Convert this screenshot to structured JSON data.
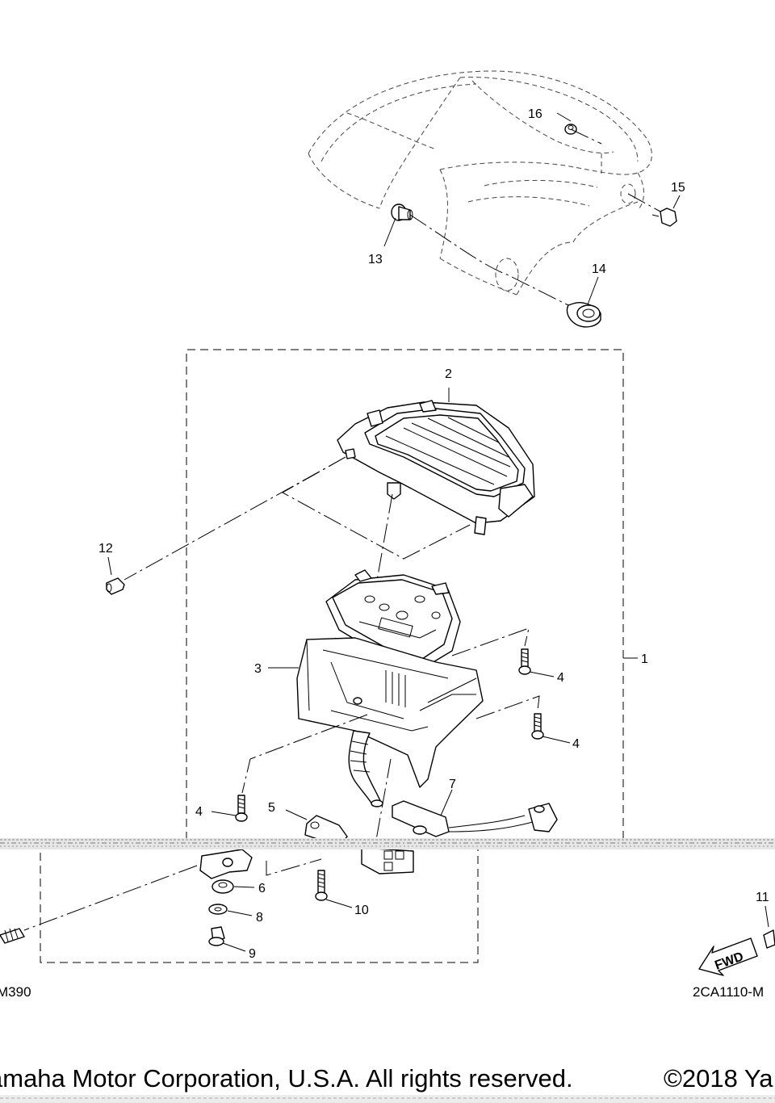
{
  "callouts": {
    "c1": "1",
    "c2": "2",
    "c3": "3",
    "c4a": "4",
    "c4b": "4",
    "c4c": "4",
    "c5": "5",
    "c6": "6",
    "c7": "7",
    "c8": "8",
    "c9": "9",
    "c10": "10",
    "c11": "11",
    "c12": "12",
    "c13": "13",
    "c14": "14",
    "c15": "15",
    "c16": "16"
  },
  "codes": {
    "left": "M390",
    "right": "2CA1110-M",
    "fwd": "FWD"
  },
  "footer": {
    "left": "amaha Motor Corporation, U.S.A. All rights reserved.",
    "right": "©2018 Ya"
  }
}
